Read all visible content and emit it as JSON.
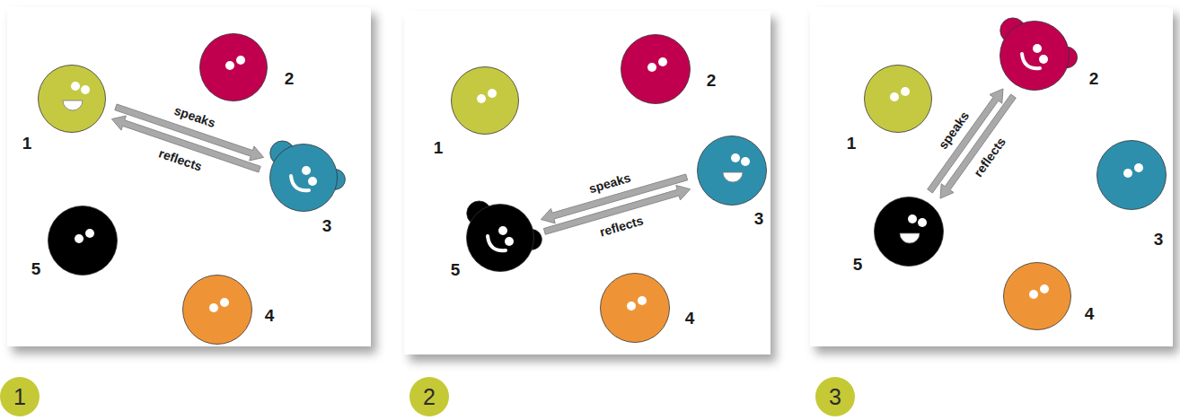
{
  "diagram": {
    "nodes": [
      {
        "text": [
          "1"
        ]
      },
      {
        "text": [
          "2"
        ]
      },
      {
        "text": [
          "3"
        ]
      },
      {
        "text": [
          "4"
        ]
      },
      {
        "text": [
          "5"
        ]
      },
      {
        "text": [
          "1"
        ]
      },
      {
        "text": [
          "2"
        ]
      },
      {
        "text": [
          "3"
        ]
      },
      {
        "text": [
          "4"
        ]
      },
      {
        "text": [
          "5"
        ]
      },
      {
        "text": [
          "1"
        ]
      },
      {
        "text": [
          "2"
        ]
      },
      {
        "text": [
          "3"
        ]
      },
      {
        "text": [
          "4"
        ]
      },
      {
        "text": [
          "5"
        ]
      },
      {
        "text": [
          "1"
        ]
      },
      {
        "text": [
          "2"
        ]
      },
      {
        "text": [
          "3"
        ]
      }
    ],
    "edges": [
      {
        "from": 0,
        "to": 2,
        "arrow": "to",
        "label": "speaks"
      },
      {
        "from": 2,
        "to": 0,
        "arrow": "to",
        "label": "reflects"
      },
      {
        "from": 7,
        "to": 9,
        "arrow": "to",
        "label": "speaks"
      },
      {
        "from": 9,
        "to": 7,
        "arrow": "to",
        "label": "reflects"
      },
      {
        "from": 14,
        "to": 11,
        "arrow": "to",
        "label": "speaks"
      },
      {
        "from": 11,
        "to": 14,
        "arrow": "to",
        "label": "reflects"
      }
    ]
  }
}
